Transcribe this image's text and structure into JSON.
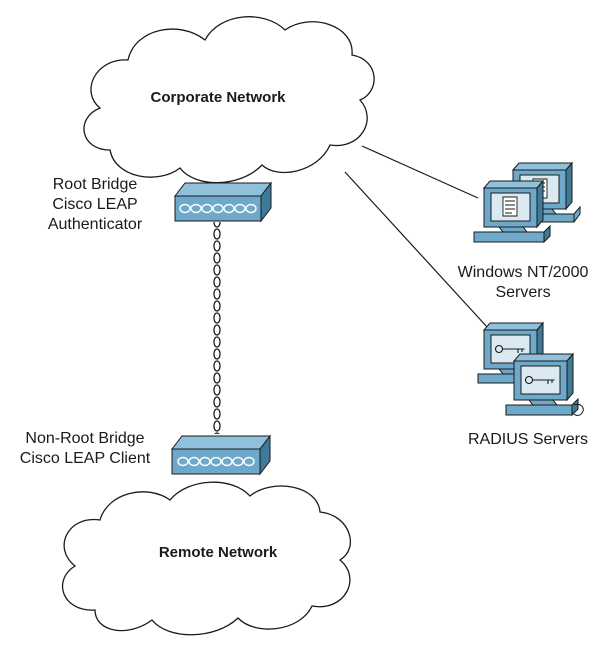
{
  "clouds": {
    "corporate": {
      "label": "Corporate Network"
    },
    "remote": {
      "label": "Remote Network"
    }
  },
  "devices": {
    "root_bridge": {
      "lines": [
        "Root Bridge",
        "Cisco LEAP",
        "Authenticator"
      ]
    },
    "non_root_bridge": {
      "lines": [
        "Non-Root Bridge",
        "Cisco LEAP Client"
      ]
    },
    "windows_servers": {
      "lines": [
        "Windows NT/2000",
        "Servers"
      ]
    },
    "radius_servers": {
      "lines": [
        "RADIUS Servers"
      ]
    }
  },
  "colors": {
    "device_fill": "#6fa9c9",
    "device_dark": "#3f7a9b",
    "screen_fill": "#dbe9f3",
    "link": "#1a1a1a"
  }
}
